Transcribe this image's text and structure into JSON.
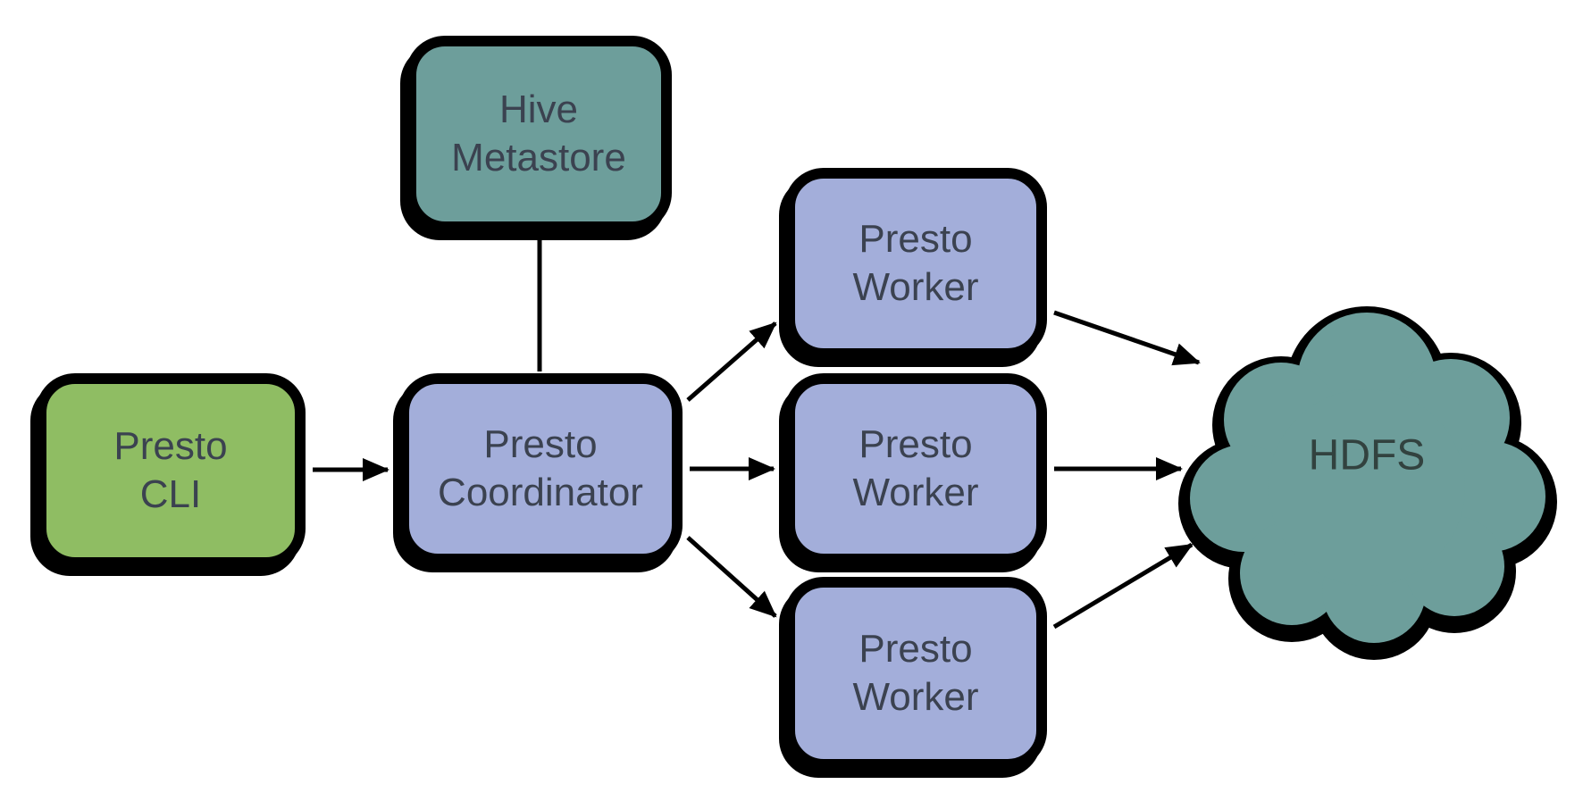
{
  "colors": {
    "green": "#8fbd63",
    "blue": "#a3aeda",
    "teal": "#6d9e9b",
    "outline": "#000000",
    "text": "#3b4250",
    "background": "#ffffff"
  },
  "nodes": {
    "presto_cli": {
      "lines": [
        "Presto",
        "CLI"
      ],
      "shape": "rounded-box",
      "color": "green"
    },
    "presto_coordinator": {
      "lines": [
        "Presto",
        "Coordinator"
      ],
      "shape": "rounded-box",
      "color": "blue"
    },
    "hive_metastore": {
      "lines": [
        "Hive",
        "Metastore"
      ],
      "shape": "rounded-box",
      "color": "teal"
    },
    "presto_worker_1": {
      "lines": [
        "Presto",
        "Worker"
      ],
      "shape": "rounded-box",
      "color": "blue"
    },
    "presto_worker_2": {
      "lines": [
        "Presto",
        "Worker"
      ],
      "shape": "rounded-box",
      "color": "blue"
    },
    "presto_worker_3": {
      "lines": [
        "Presto",
        "Worker"
      ],
      "shape": "rounded-box",
      "color": "blue"
    },
    "hdfs": {
      "label": "HDFS",
      "shape": "cloud",
      "color": "teal"
    }
  },
  "edges": [
    {
      "from": "presto_cli",
      "to": "presto_coordinator",
      "style": "arrow"
    },
    {
      "from": "hive_metastore",
      "to": "presto_coordinator",
      "style": "line"
    },
    {
      "from": "presto_coordinator",
      "to": "presto_worker_1",
      "style": "arrow"
    },
    {
      "from": "presto_coordinator",
      "to": "presto_worker_2",
      "style": "arrow"
    },
    {
      "from": "presto_coordinator",
      "to": "presto_worker_3",
      "style": "arrow"
    },
    {
      "from": "presto_worker_1",
      "to": "hdfs",
      "style": "arrow"
    },
    {
      "from": "presto_worker_2",
      "to": "hdfs",
      "style": "arrow"
    },
    {
      "from": "presto_worker_3",
      "to": "hdfs",
      "style": "arrow"
    }
  ]
}
